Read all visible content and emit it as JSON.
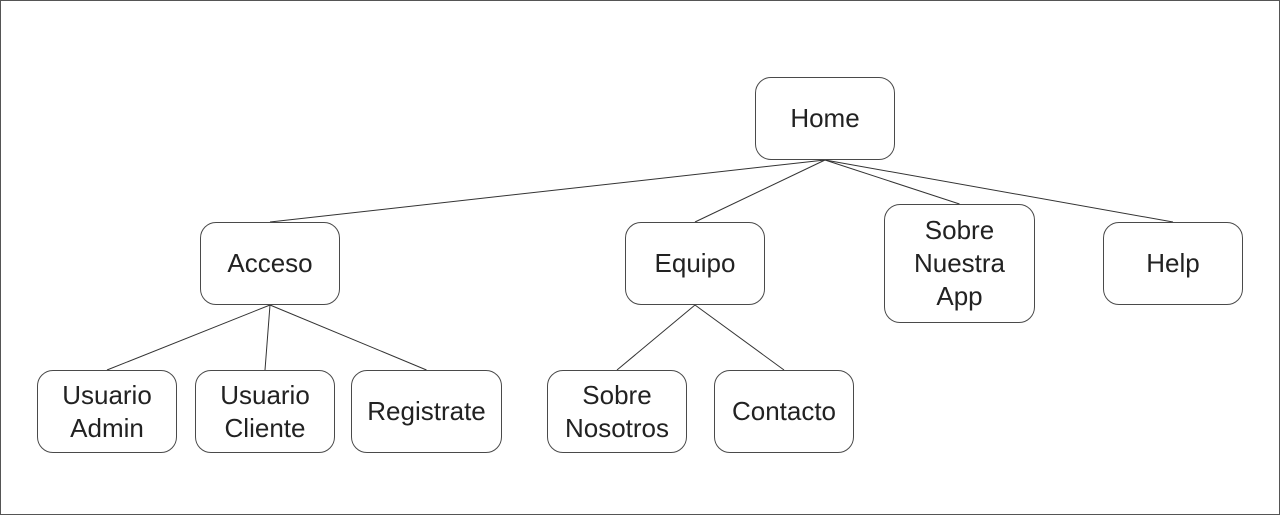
{
  "diagram": {
    "colors": {
      "border": "#4a4a4a",
      "line": "#333333",
      "text": "#222222",
      "background": "#ffffff"
    },
    "nodes": [
      {
        "id": "home",
        "label": "Home"
      },
      {
        "id": "acceso",
        "label": "Acceso"
      },
      {
        "id": "equipo",
        "label": "Equipo"
      },
      {
        "id": "sobre_app",
        "label": "Sobre\nNuestra\nApp"
      },
      {
        "id": "help",
        "label": "Help"
      },
      {
        "id": "usuario_admin",
        "label": "Usuario\nAdmin"
      },
      {
        "id": "usuario_cliente",
        "label": "Usuario\nCliente"
      },
      {
        "id": "registrate",
        "label": "Registrate"
      },
      {
        "id": "sobre_nosotros",
        "label": "Sobre\nNosotros"
      },
      {
        "id": "contacto",
        "label": "Contacto"
      }
    ],
    "edges": [
      {
        "from": "home",
        "to": "acceso"
      },
      {
        "from": "home",
        "to": "equipo"
      },
      {
        "from": "home",
        "to": "sobre_app"
      },
      {
        "from": "home",
        "to": "help"
      },
      {
        "from": "acceso",
        "to": "usuario_admin"
      },
      {
        "from": "acceso",
        "to": "usuario_cliente"
      },
      {
        "from": "acceso",
        "to": "registrate"
      },
      {
        "from": "equipo",
        "to": "sobre_nosotros"
      },
      {
        "from": "equipo",
        "to": "contacto"
      }
    ]
  }
}
